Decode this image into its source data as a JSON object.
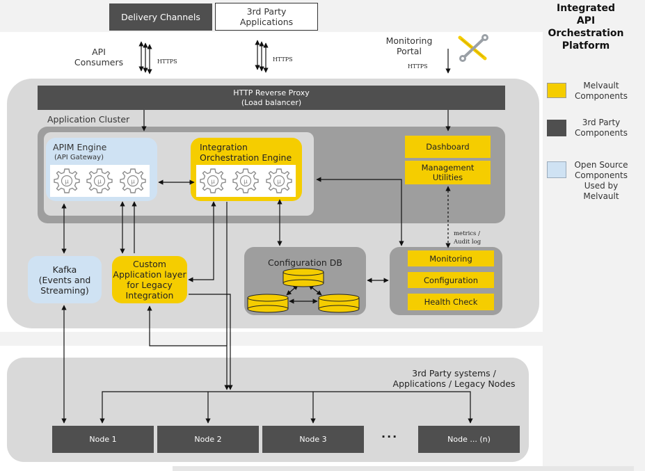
{
  "top_boxes": {
    "delivery_channels": "Delivery Channels",
    "third_party_apps": "3rd Party\nApplications"
  },
  "sidebar": {
    "title": "Integrated\nAPI\nOrchestration\nPlatform",
    "legend": [
      {
        "label": "Melvault\nComponents",
        "color": "#f5cd00"
      },
      {
        "label": "3rd Party\nComponents",
        "color": "#4f4f4f"
      },
      {
        "label": "Open Source\nComponents\nUsed by\nMelvault",
        "color": "#cfe2f3"
      }
    ]
  },
  "consumers": {
    "api_consumers": "API\nConsumers",
    "monitoring_portal": "Monitoring\nPortal",
    "https": "HTTPS"
  },
  "proxy": "HTTP Reverse Proxy\n(Load balancer)",
  "cluster_label": "Application Cluster",
  "apim": {
    "title": "APIM Engine",
    "subtitle": "(API Gateway)"
  },
  "integration": {
    "title": "Integration\nOrchestration Engine"
  },
  "dashboard": "Dashboard",
  "management": "Management\nUtilities",
  "metrics": "metrics /\nAudit log",
  "kafka": "Kafka\n(Events and\nStreaming)",
  "custom_layer": "Custom\nApplication layer\nfor Legacy\nIntegration",
  "config_db": "Configuration DB",
  "monitor_group": {
    "monitoring": "Monitoring",
    "configuration": "Configuration",
    "health": "Health Check"
  },
  "third_party_systems": "3rd Party systems /\nApplications / Legacy Nodes",
  "nodes": [
    "Node 1",
    "Node 2",
    "Node 3",
    "Node ... (n)"
  ],
  "ellipsis": "...",
  "gear_glyph": "μ"
}
